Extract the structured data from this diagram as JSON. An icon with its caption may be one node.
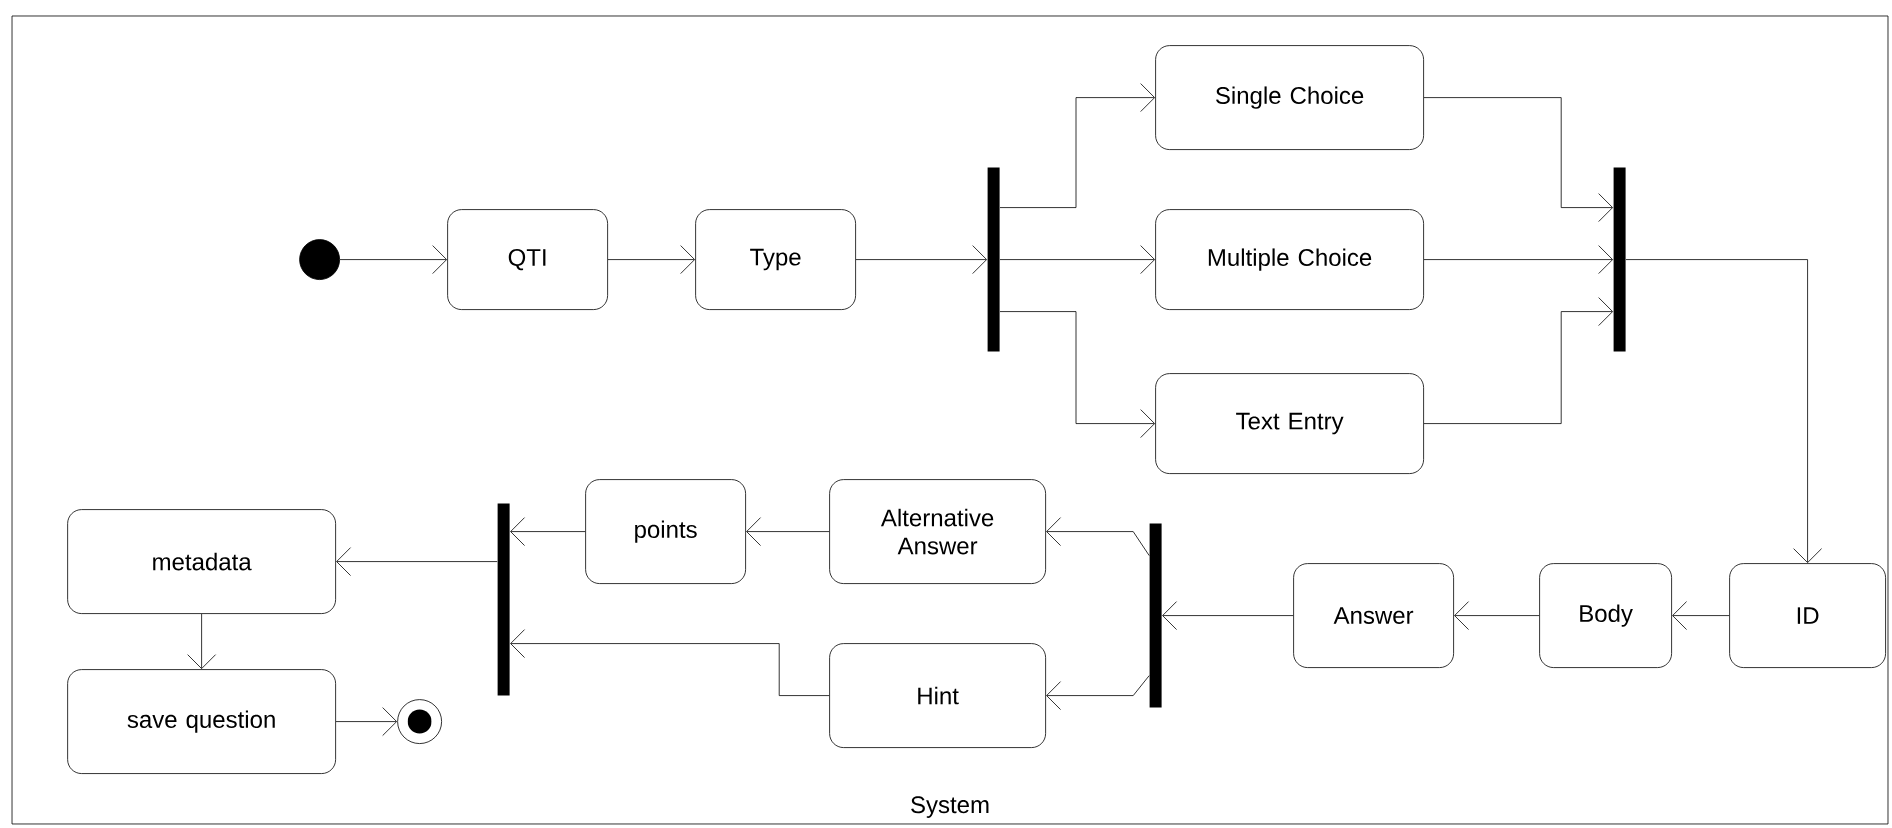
{
  "diagram": {
    "nodes": [
      {
        "text": [
          "System"
        ]
      },
      {
        "text": [],
        "shape": "circle",
        "in": 0
      },
      {
        "text": [
          "QTI"
        ],
        "in": 0
      },
      {
        "text": [
          "Type"
        ],
        "in": 0
      },
      {
        "text": [],
        "shape": "bar",
        "in": 0
      },
      {
        "text": [
          "Single Choice"
        ],
        "in": 0
      },
      {
        "text": [
          "Multiple Choice"
        ],
        "in": 0
      },
      {
        "text": [
          "Text Entry"
        ],
        "in": 0
      },
      {
        "text": [],
        "shape": "bar",
        "in": 0
      },
      {
        "text": [
          "ID"
        ],
        "in": 0
      },
      {
        "text": [
          "Body"
        ],
        "in": 0
      },
      {
        "text": [
          "Answer"
        ],
        "in": 0
      },
      {
        "text": [],
        "shape": "bar",
        "in": 0
      },
      {
        "text": [
          "Alternative Answer"
        ],
        "in": 0
      },
      {
        "text": [
          "Hint"
        ],
        "in": 0
      },
      {
        "text": [
          "points"
        ],
        "in": 0
      },
      {
        "text": [],
        "shape": "bar",
        "in": 0
      },
      {
        "text": [
          "metadata"
        ],
        "in": 0
      },
      {
        "text": [
          "save question"
        ],
        "in": 0
      },
      {
        "text": [],
        "shape": "circle",
        "in": 0
      }
    ],
    "edges": [
      {
        "from": 1,
        "to": 2,
        "arrow": "to"
      },
      {
        "from": 2,
        "to": 3,
        "arrow": "to"
      },
      {
        "from": 3,
        "to": 4,
        "arrow": "to"
      },
      {
        "from": 4,
        "to": 5,
        "arrow": "to"
      },
      {
        "from": 4,
        "to": 6,
        "arrow": "to"
      },
      {
        "from": 4,
        "to": 7,
        "arrow": "to"
      },
      {
        "from": 5,
        "to": 8,
        "arrow": "to"
      },
      {
        "from": 6,
        "to": 8,
        "arrow": "to"
      },
      {
        "from": 7,
        "to": 8,
        "arrow": "to"
      },
      {
        "from": 8,
        "to": 9,
        "arrow": "to"
      },
      {
        "from": 9,
        "to": 10,
        "arrow": "to"
      },
      {
        "from": 10,
        "to": 11,
        "arrow": "to"
      },
      {
        "from": 11,
        "to": 12,
        "arrow": "to"
      },
      {
        "from": 12,
        "to": 13,
        "arrow": "to"
      },
      {
        "from": 12,
        "to": 14,
        "arrow": "to"
      },
      {
        "from": 13,
        "to": 15,
        "arrow": "to"
      },
      {
        "from": 15,
        "to": 16,
        "arrow": "to"
      },
      {
        "from": 14,
        "to": 16,
        "arrow": "to"
      },
      {
        "from": 16,
        "to": 17,
        "arrow": "to"
      },
      {
        "from": 17,
        "to": 18,
        "arrow": "to"
      },
      {
        "from": 18,
        "to": 19,
        "arrow": "to"
      }
    ]
  }
}
